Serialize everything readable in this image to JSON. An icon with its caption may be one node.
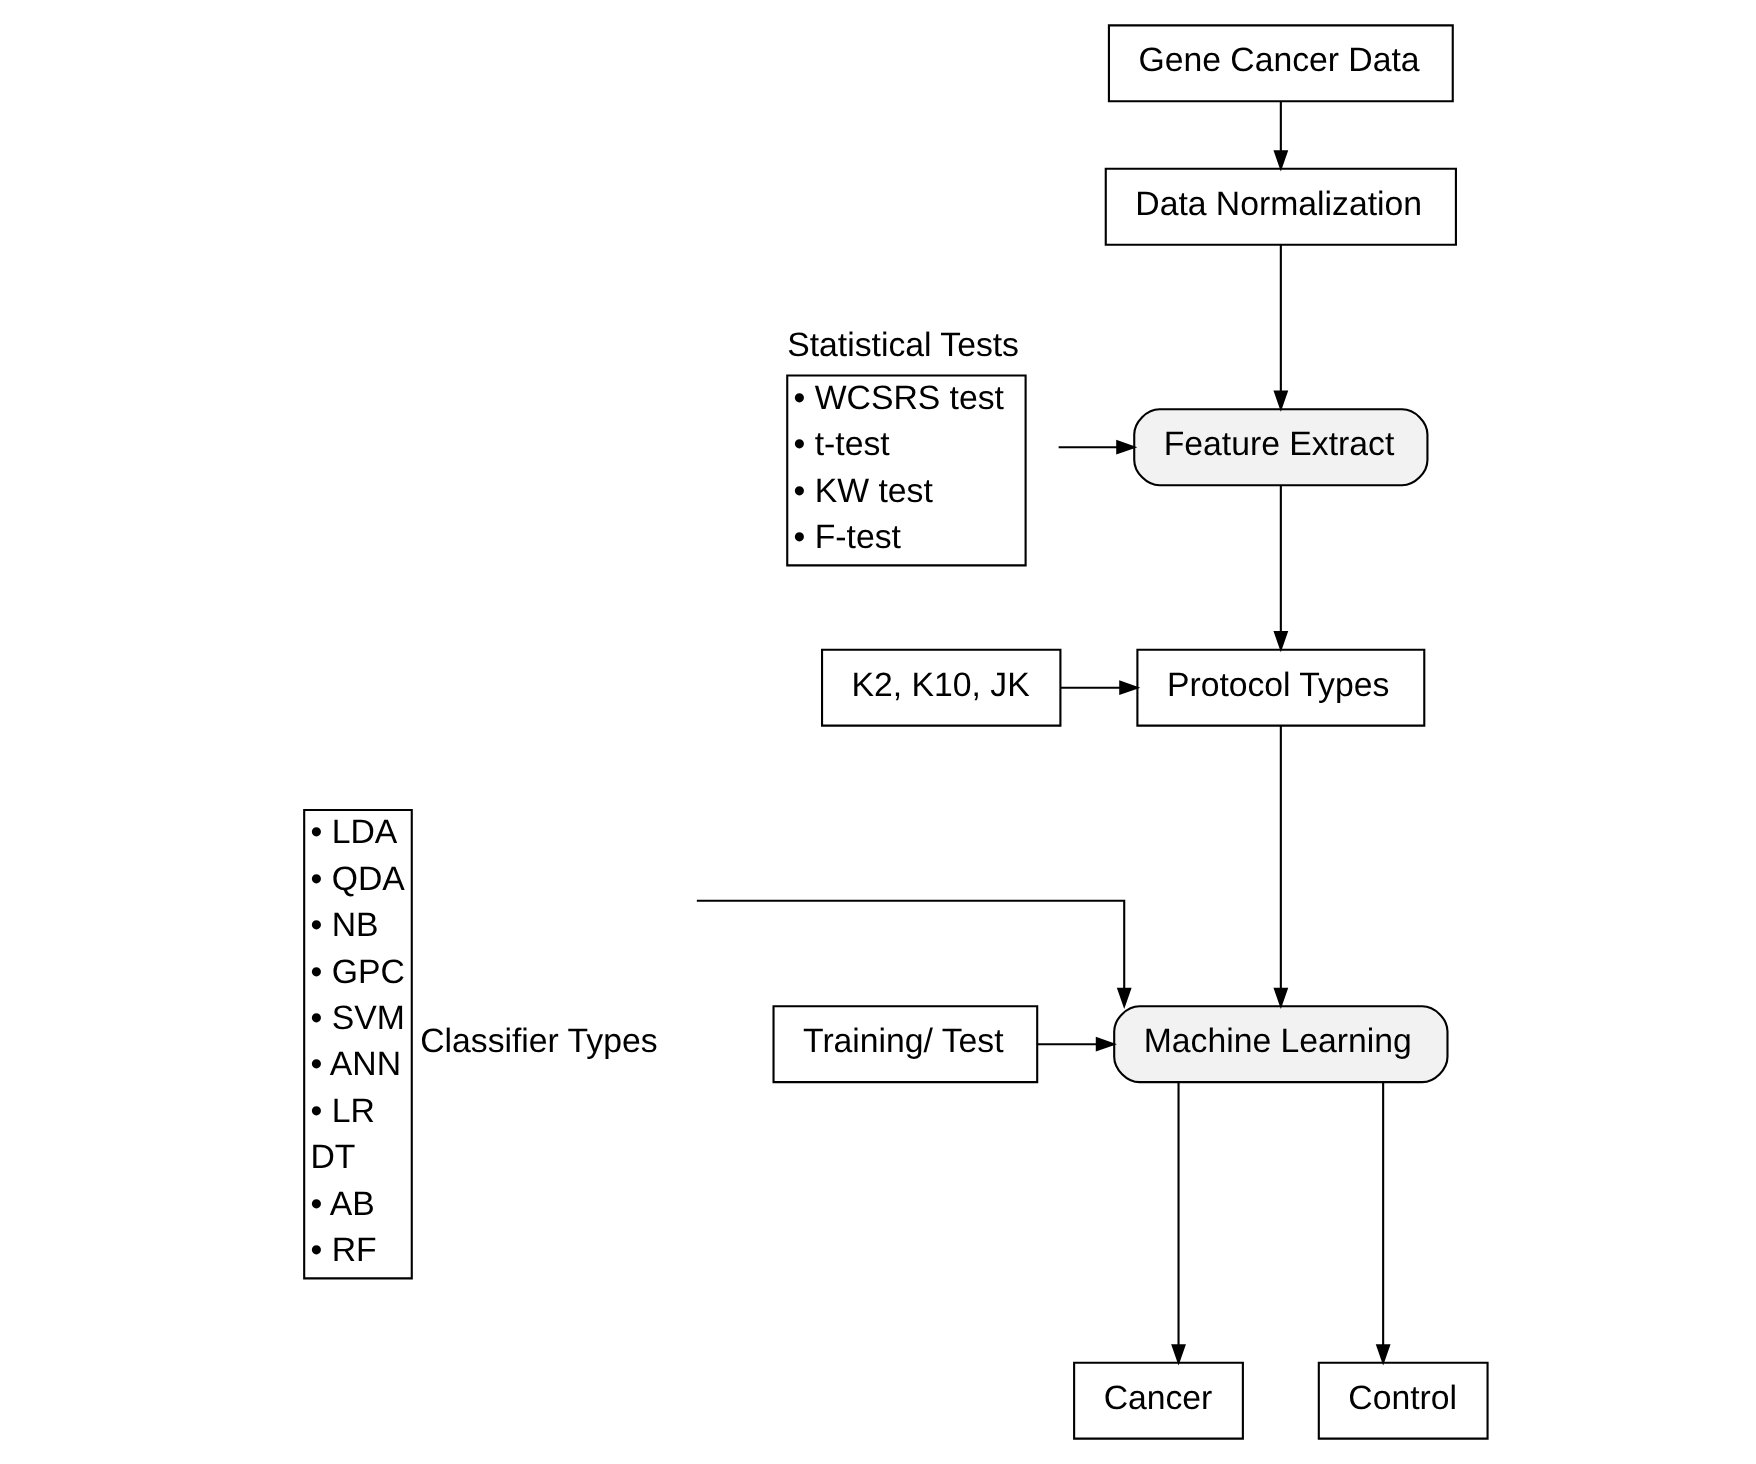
{
  "diagram": {
    "nodes": [
      {
        "text": [
          "Gene Cancer Data"
        ]
      },
      {
        "text": [
          "Data Normalization"
        ]
      },
      {
        "text": [
          "Feature Extract"
        ]
      },
      {
        "text": [
          "Statistical Tests",
          "• WCSRS test",
          "• t-test",
          "• KW test",
          "• F-test"
        ]
      },
      {
        "text": [
          "K2, K10, JK"
        ]
      },
      {
        "text": [
          "Protocol Types"
        ]
      },
      {
        "text": [
          "Classifier Types",
          "• LDA",
          "• QDA",
          "• NB",
          "• GPC",
          "• SVM",
          "• ANN",
          "• LR",
          "DT",
          "• AB",
          "• RF"
        ]
      },
      {
        "text": [
          "Training/ Test"
        ]
      },
      {
        "text": [
          "Machine Learning"
        ]
      },
      {
        "text": [
          "Cancer"
        ]
      },
      {
        "text": [
          "Control"
        ]
      }
    ],
    "edges": [
      {
        "from": 0,
        "to": 1,
        "arrow": "to"
      },
      {
        "from": 1,
        "to": 2,
        "arrow": "to"
      },
      {
        "from": 3,
        "to": 2,
        "arrow": "to"
      },
      {
        "from": 2,
        "to": 5,
        "arrow": "to"
      },
      {
        "from": 4,
        "to": 5,
        "arrow": "to"
      },
      {
        "from": 5,
        "to": 8,
        "arrow": "to"
      },
      {
        "from": 7,
        "to": 8,
        "arrow": "to"
      },
      {
        "from": 6,
        "to": 8,
        "arrow": "to"
      },
      {
        "from": 8,
        "to": 9,
        "arrow": "to"
      },
      {
        "from": 8,
        "to": 10,
        "arrow": "to"
      }
    ]
  }
}
